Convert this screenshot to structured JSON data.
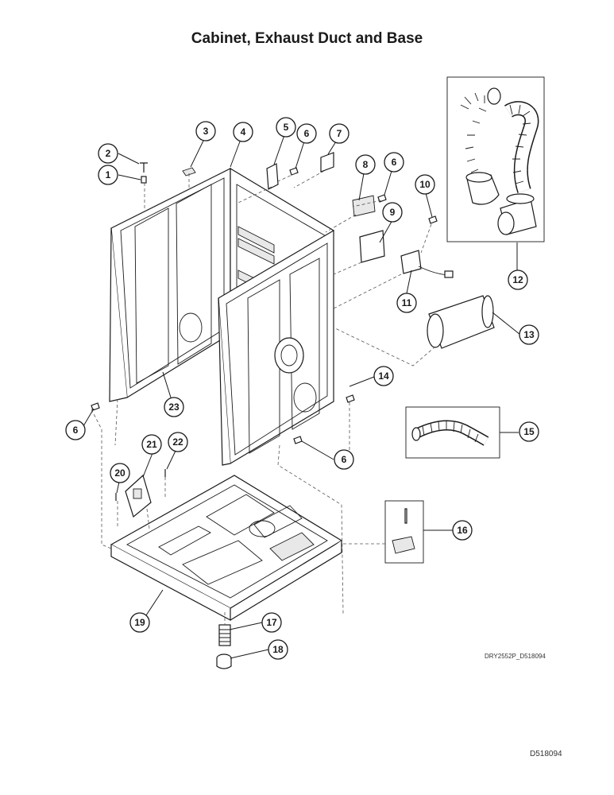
{
  "title": "Cabinet, Exhaust Duct and Base",
  "drawing_code": "DRY2552P_D518094",
  "page_code": "D518094",
  "callouts": [
    {
      "label": "1"
    },
    {
      "label": "2"
    },
    {
      "label": "3"
    },
    {
      "label": "4"
    },
    {
      "label": "5"
    },
    {
      "label": "6"
    },
    {
      "label": "7"
    },
    {
      "label": "6"
    },
    {
      "label": "8"
    },
    {
      "label": "9"
    },
    {
      "label": "10"
    },
    {
      "label": "11"
    },
    {
      "label": "12"
    },
    {
      "label": "13"
    },
    {
      "label": "14"
    },
    {
      "label": "15"
    },
    {
      "label": "6"
    },
    {
      "label": "16"
    },
    {
      "label": "17"
    },
    {
      "label": "18"
    },
    {
      "label": "19"
    },
    {
      "label": "20"
    },
    {
      "label": "21"
    },
    {
      "label": "22"
    },
    {
      "label": "23"
    },
    {
      "label": "6"
    }
  ]
}
